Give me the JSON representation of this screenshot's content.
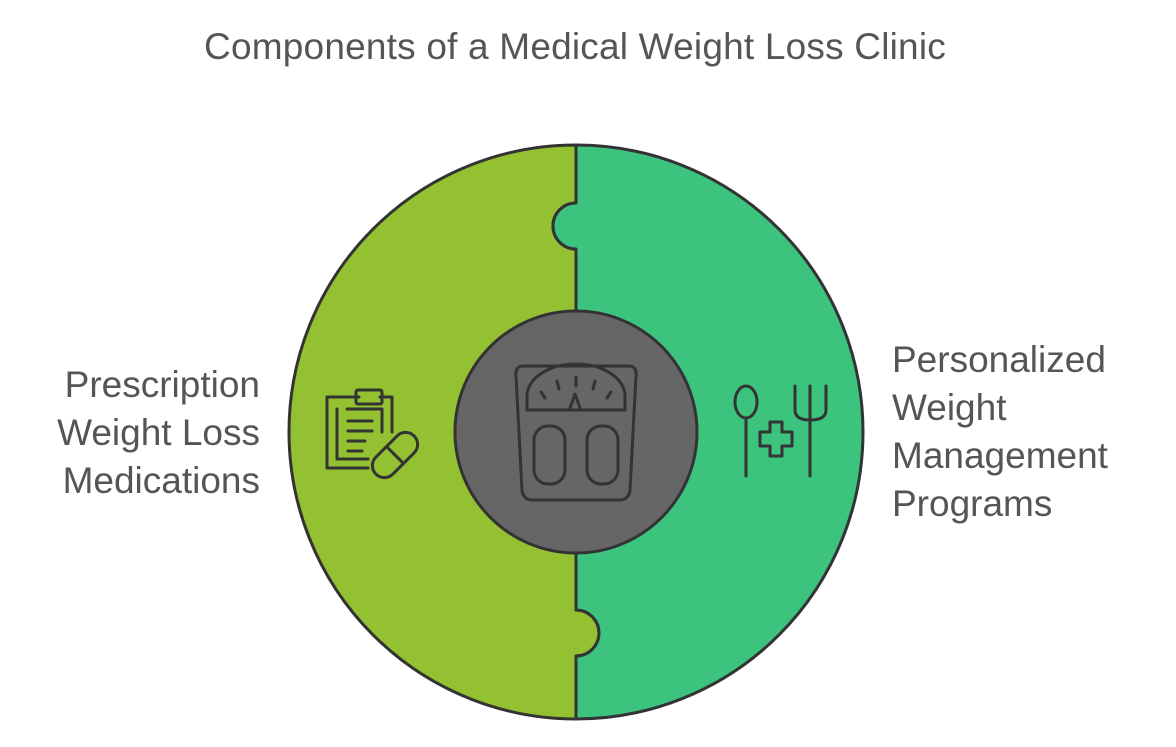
{
  "title": "Components of a Medical Weight Loss Clinic",
  "left_component": {
    "lines": [
      "Prescription",
      "Weight Loss",
      "Medications"
    ],
    "icon": "clipboard-pill-icon",
    "color": "#93c132"
  },
  "right_component": {
    "lines": [
      "Personalized",
      "Weight",
      "Management",
      "Programs"
    ],
    "icon": "spoon-fork-medical-cross-icon",
    "color": "#3cc47f"
  },
  "center": {
    "icon": "bathroom-scale-icon",
    "color": "#666666"
  },
  "colors": {
    "outline": "#333333",
    "text": "#555555"
  }
}
